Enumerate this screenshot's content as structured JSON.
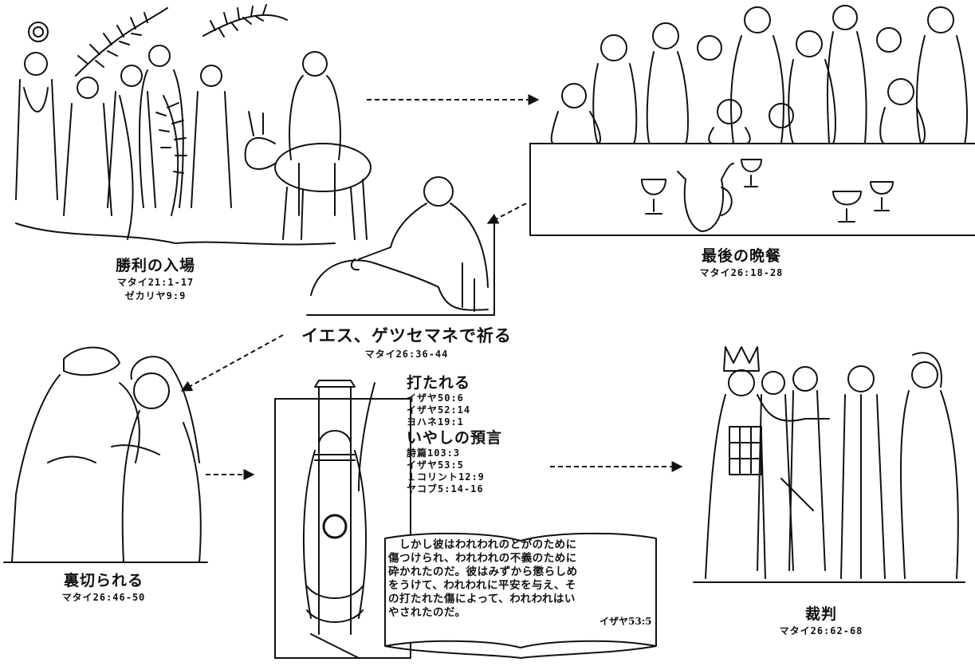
{
  "scenes": {
    "entry": {
      "title": "勝利の入場",
      "refs": [
        "マタイ21:1-17",
        "ゼカリヤ9:9"
      ]
    },
    "supper": {
      "title": "最後の晩餐",
      "refs": [
        "マタイ26:18-28"
      ]
    },
    "gethsemane": {
      "title": "イエス、ゲツセマネで祈る",
      "refs": [
        "マタイ26:36-44"
      ]
    },
    "betrayal": {
      "title": "裏切られる",
      "refs": [
        "マタイ26:46-50"
      ]
    },
    "trial": {
      "title": "裁判",
      "refs": [
        "マタイ26:62-68"
      ]
    },
    "scourging": {
      "title": "打たれる",
      "refs": [
        "イザヤ50:6",
        "イザヤ52:14",
        "ヨハネ19:1"
      ],
      "healing_title": "いやしの預言",
      "healing_refs": [
        "詩篇103:3",
        "イザヤ53:5",
        "１コリント12:9",
        "ヤコブ5:14-16"
      ]
    }
  },
  "scroll": {
    "lines": [
      "　しかし彼はわれわれのとがのために",
      "傷つけられ、われわれの不義のために",
      "砕かれたのだ。彼はみずから懲らしめ",
      "をうけて、われわれに平安を与え、そ",
      "の打たれた傷によって、われわれはい",
      "やされたのだ。"
    ],
    "citation": "イザヤ53:5"
  },
  "colors": {
    "ink": "#111111",
    "paper": "#ffffff"
  }
}
